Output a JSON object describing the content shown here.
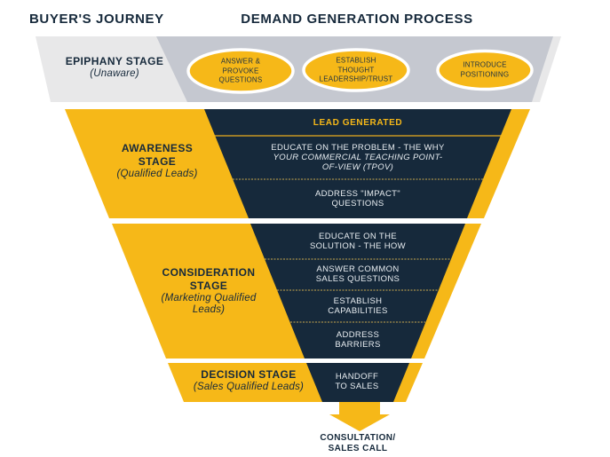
{
  "title": {
    "left": "BUYER'S JOURNEY",
    "right": "DEMAND GENERATION PROCESS"
  },
  "colors": {
    "navy": "#16293B",
    "yellow": "#F6B818",
    "gray": "#C5C8D0",
    "light_gray": "#E8E8E9",
    "bubble_stroke": "#FFFFFF",
    "divider_strong": "#EBAD1C",
    "divider_soft": "#C9A94D",
    "text_light": "#E8EDF1"
  },
  "epiphany": {
    "name": "EPIPHANY STAGE",
    "qualifier": "(Unaware)",
    "bubbles": [
      "ANSWER & PROVOKE QUESTIONS",
      "ESTABLISH THOUGHT LEADERSHIP/TRUST",
      "INTRODUCE POSITIONING"
    ]
  },
  "awareness": {
    "name": "AWARENESS STAGE",
    "qualifier": "(Qualified Leads)",
    "lead": "LEAD GENERATED",
    "educate_main": "EDUCATE ON THE PROBLEM - THE WHY",
    "educate_sub": "YOUR COMMERCIAL TEACHING POINT-OF-VIEW (TPOV)",
    "impact": "ADDRESS \"IMPACT\" QUESTIONS"
  },
  "consideration": {
    "name": "CONSIDERATION STAGE",
    "qualifier": "(Marketing Qualified Leads)",
    "rows": [
      "EDUCATE ON THE SOLUTION - THE HOW",
      "ANSWER COMMON SALES QUESTIONS",
      "ESTABLISH CAPABILITIES",
      "ADDRESS BARRIERS"
    ]
  },
  "decision": {
    "name": "DECISION STAGE",
    "qualifier": "(Sales Qualified Leads)",
    "row": "HANDOFF TO SALES"
  },
  "outcome": {
    "label": "CONSULTATION/ SALES CALL"
  }
}
